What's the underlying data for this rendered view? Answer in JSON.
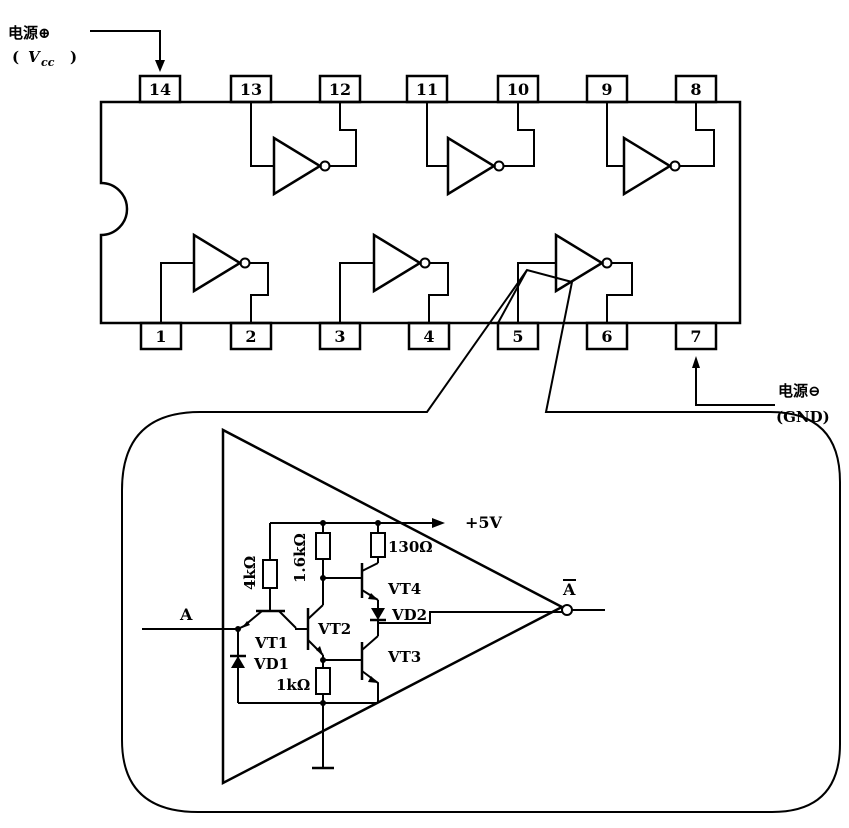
{
  "pins": {
    "top": [
      "14",
      "13",
      "12",
      "11",
      "10",
      "9",
      "8"
    ],
    "bottom": [
      "1",
      "2",
      "3",
      "4",
      "5",
      "6",
      "7"
    ]
  },
  "power": {
    "vcc_label": "电源⊕",
    "vcc_sub_open": "(",
    "vcc_sub_v": "V",
    "vcc_sub_cc": "cc",
    "vcc_sub_close": ")",
    "gnd_label": "电源⊖",
    "gnd_sub": "(GND)"
  },
  "circuit": {
    "supply": "+5V",
    "input": "A",
    "output": "A",
    "r_4k": "4kΩ",
    "r_1_6k": "1.6kΩ",
    "r_130": "130Ω",
    "r_1k": "1kΩ",
    "vt1": "VT1",
    "vt2": "VT2",
    "vt3": "VT3",
    "vt4": "VT4",
    "vd1": "VD1",
    "vd2": "VD2"
  }
}
